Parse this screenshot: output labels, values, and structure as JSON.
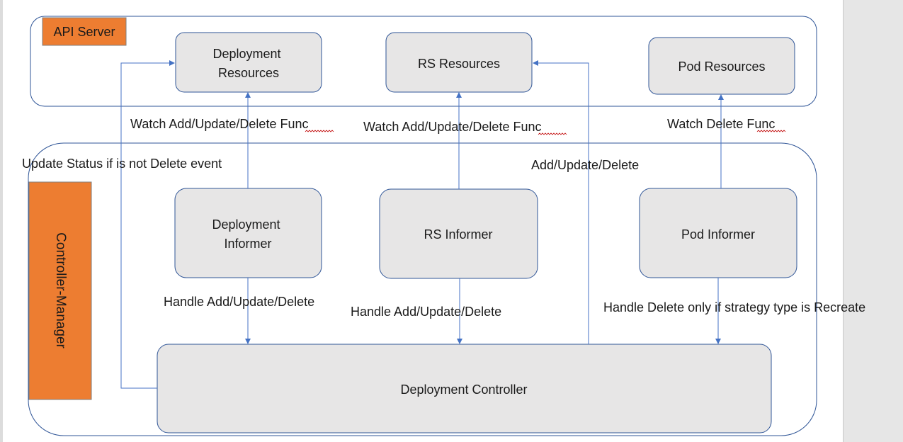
{
  "colors": {
    "accent_orange": "#ED7D31",
    "node_fill": "#E7E6E6",
    "line_blue": "#4472C4",
    "text": "#1a1a1a"
  },
  "groups": {
    "api_server": "API Server",
    "controller_manager": "Controller-Manager"
  },
  "nodes": {
    "deployment_resources": [
      "Deployment",
      "Resources"
    ],
    "rs_resources": [
      "RS Resources"
    ],
    "pod_resources": [
      "Pod Resources"
    ],
    "deployment_informer": [
      "Deployment",
      "Informer"
    ],
    "rs_informer": [
      "RS Informer"
    ],
    "pod_informer": [
      "Pod Informer"
    ],
    "deployment_controller": [
      "Deployment Controller"
    ]
  },
  "edge_labels": {
    "watch_deployment": "Watch Add/Update/Delete Func",
    "watch_rs": "Watch Add/Update/Delete Func",
    "watch_pod": "Watch Delete Func",
    "update_status": "Update Status if is not Delete event",
    "add_update_delete": "Add/Update/Delete",
    "handle_deployment": "Handle Add/Update/Delete",
    "handle_rs": "Handle Add/Update/Delete",
    "handle_pod": "Handle Delete only if strategy type is Recreate"
  }
}
